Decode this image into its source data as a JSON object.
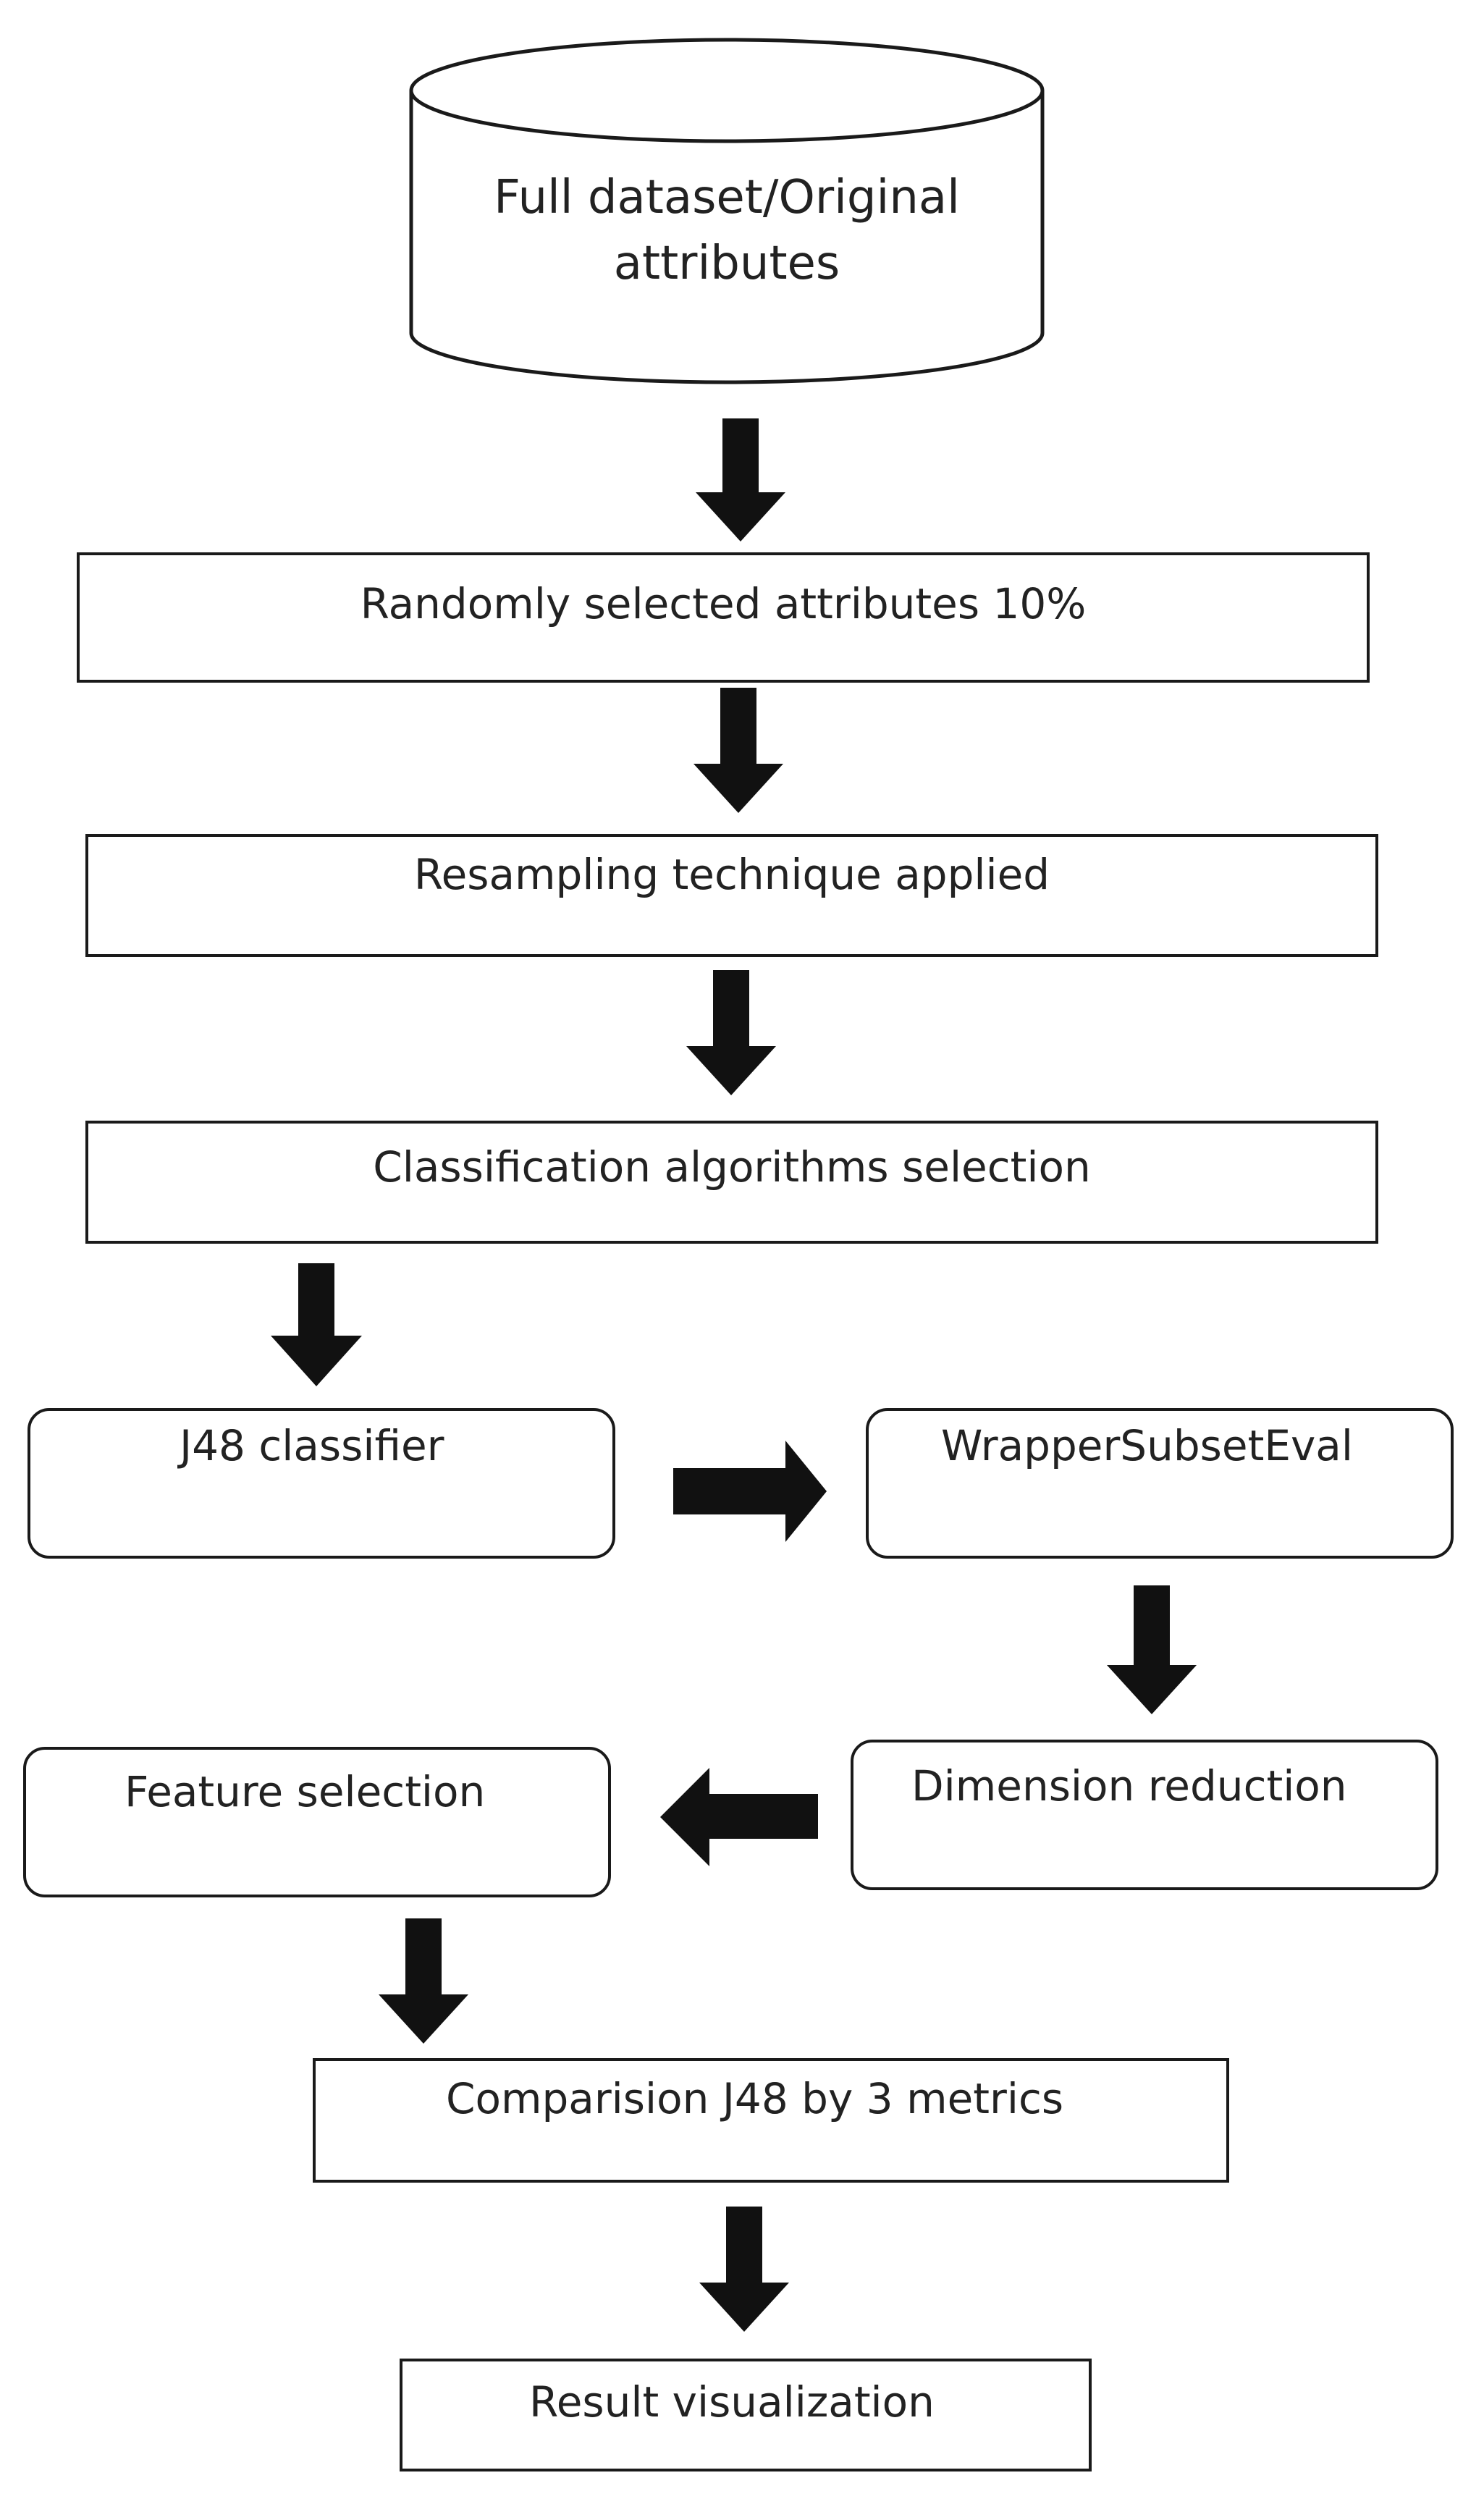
{
  "nodes": {
    "dataset": {
      "line1": "Full dataset/Original",
      "line2": "attributes"
    },
    "random_attrs": "Randomly selected attributes 10%",
    "resampling": "Resampling technique applied",
    "classification": "Classification algorithms selection",
    "j48": "J48 classifier",
    "wrapper": "WrapperSubsetEval",
    "dimension": "Dimension reduction",
    "feature": "Feature selection",
    "comparison": "Comparision J48 by 3 metrics",
    "result": "Result visualization"
  }
}
